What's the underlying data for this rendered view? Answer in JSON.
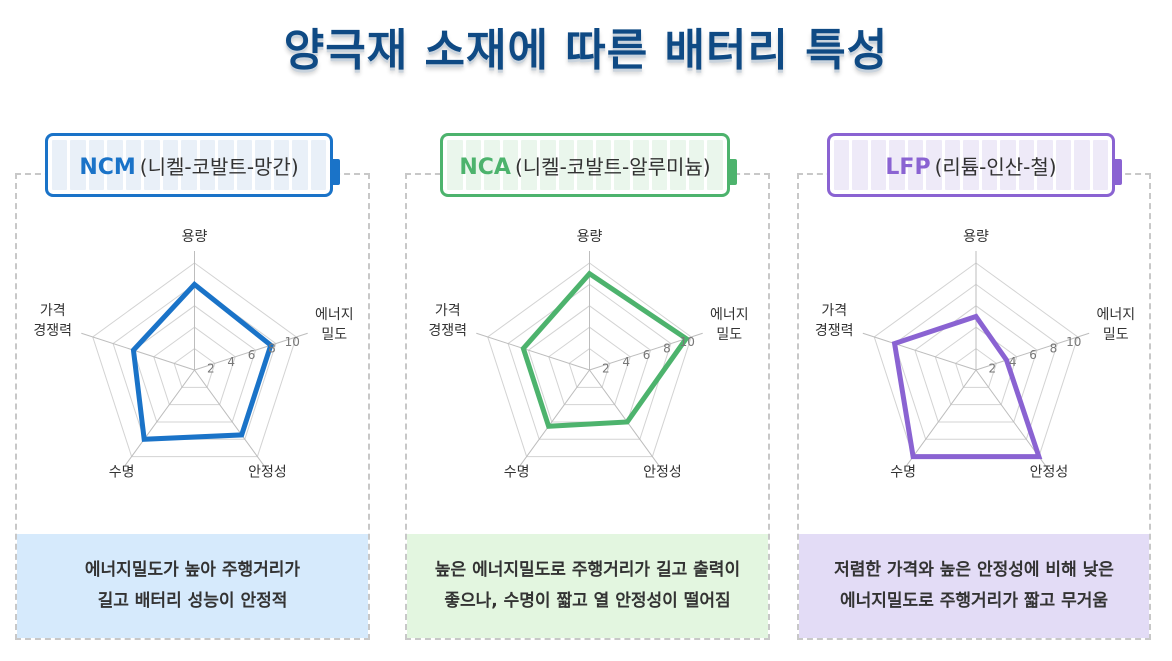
{
  "page": {
    "title": "양극재 소재에 따른 배터리 특성"
  },
  "axes": [
    "용량",
    "에너지\n밀도",
    "안정성",
    "수명",
    "가격\n경쟁력"
  ],
  "axis_ticks": [
    "2",
    "4",
    "6",
    "8",
    "10"
  ],
  "cards": [
    {
      "code": "NCM",
      "name": "(니켈-코발트-망간)",
      "color": "#1a73c8",
      "cell_color": "#e9f0f8",
      "desc_bg": "#d6eafc",
      "desc_lines": [
        "에너지밀도가 높아 주행거리가",
        "길고 배터리 성능이 안정적"
      ]
    },
    {
      "code": "NCA",
      "name": "(니켈-코발트-알루미늄)",
      "color": "#4db36d",
      "cell_color": "#eaf6ec",
      "desc_bg": "#e3f6e0",
      "desc_lines": [
        "높은 에너지밀도로 주행거리가 길고 출력이",
        "좋으나, 수명이 짧고 열 안정성이 떨어짐"
      ]
    },
    {
      "code": "LFP",
      "name": "(리튬-인산-철)",
      "color": "#8a63d2",
      "cell_color": "#eeeaf8",
      "desc_bg": "#e3dcf6",
      "desc_lines": [
        "저렴한 가격와 높은 안정성에 비해 낮은",
        "에너지밀도로 주행거리가 짧고 무거움"
      ]
    }
  ],
  "chart_data": [
    {
      "type": "radar",
      "title": "NCM (니켈-코발트-망간)",
      "categories": [
        "용량",
        "에너지밀도",
        "안정성",
        "수명",
        "가격경쟁력"
      ],
      "values": [
        8,
        7.5,
        7.5,
        8,
        6
      ],
      "range": [
        0,
        10
      ],
      "ticks": [
        2,
        4,
        6,
        8,
        10
      ],
      "color": "#1a73c8"
    },
    {
      "type": "radar",
      "title": "NCA (니켈-코발트-알루미늄)",
      "categories": [
        "용량",
        "에너지밀도",
        "안정성",
        "수명",
        "가격경쟁력"
      ],
      "values": [
        9,
        9.5,
        6,
        6.5,
        6.5
      ],
      "range": [
        0,
        10
      ],
      "ticks": [
        2,
        4,
        6,
        8,
        10
      ],
      "color": "#4db36d"
    },
    {
      "type": "radar",
      "title": "LFP (리튬-인산-철)",
      "categories": [
        "용량",
        "에너지밀도",
        "안정성",
        "수명",
        "가격경쟁력"
      ],
      "values": [
        5,
        3,
        10,
        10,
        8
      ],
      "range": [
        0,
        10
      ],
      "ticks": [
        2,
        4,
        6,
        8,
        10
      ],
      "color": "#8a63d2"
    }
  ]
}
